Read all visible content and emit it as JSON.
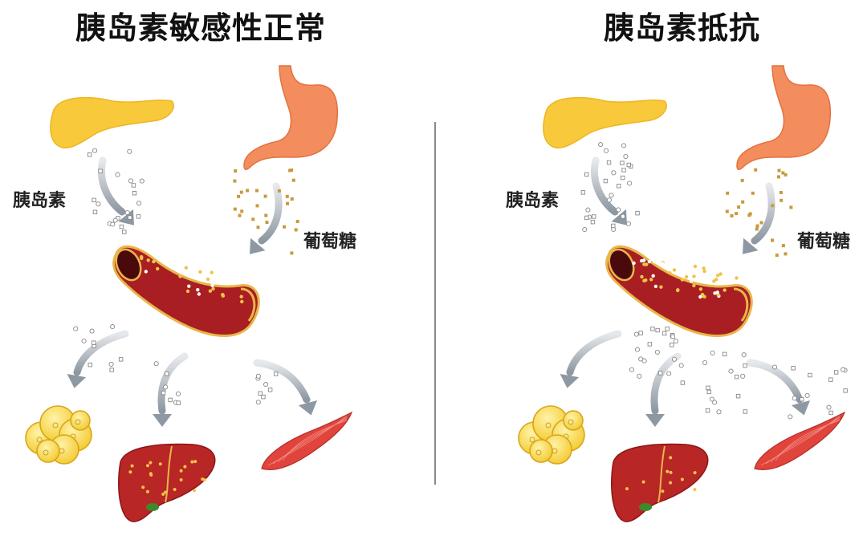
{
  "left_panel": {
    "title": "胰岛素敏感性正常",
    "insulin_label": "胰岛素",
    "glucose_label": "葡萄糖"
  },
  "right_panel": {
    "title": "胰岛素抵抗",
    "insulin_label": "胰岛素",
    "glucose_label": "葡萄糖"
  },
  "colors": {
    "pancreas": "#f8c93a",
    "stomach": "#f38d5e",
    "vessel": "#a81e22",
    "liver": "#b82625",
    "muscle": "#e0443c",
    "fat": "#f3c92e",
    "arrow": "#8e98a2",
    "glucose_dot": "#c99a3b"
  }
}
